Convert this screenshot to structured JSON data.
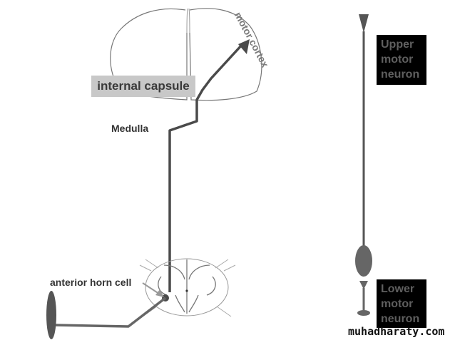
{
  "labels": {
    "motor_cortex": "motor cortex",
    "internal_capsule": "internal capsule",
    "medulla": "Medulla",
    "anterior_horn_cell": "anterior horn cell"
  },
  "legend": {
    "upper_motor_neuron": [
      "Upper",
      "motor",
      "neuron"
    ],
    "lower_motor_neuron": [
      "Lower",
      "motor",
      "neuron"
    ]
  },
  "watermark": "muhadharaty.com",
  "colors": {
    "pathway": "#4a4a4a",
    "outline": "#777777",
    "label_box": "#c8c8c8",
    "legend_box": "#000000",
    "legend_text": "#5f5f5f"
  }
}
